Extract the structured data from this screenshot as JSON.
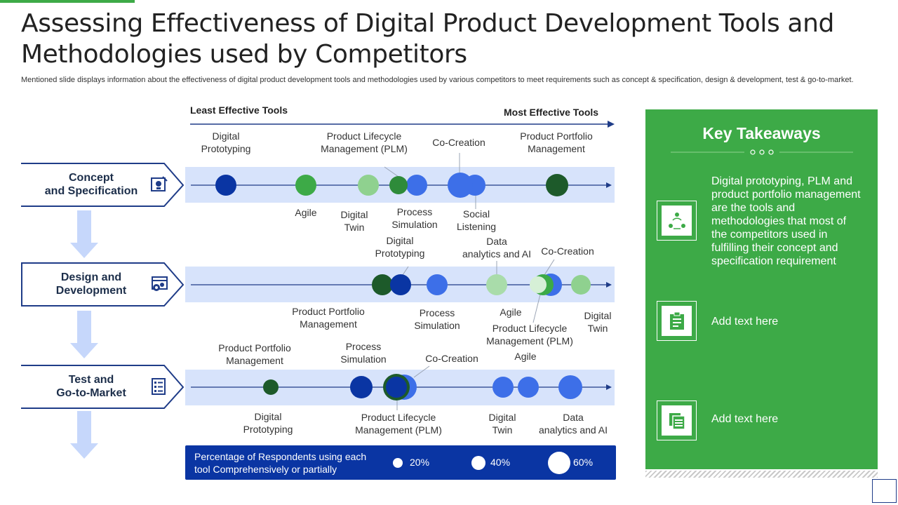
{
  "title": "Assessing Effectiveness of Digital Product Development Tools and Methodologies used by Competitors",
  "subtitle": "Mentioned slide displays information about the effectiveness of digital product  development tools and methodologies used by various competitors to meet requirements such as concept & specification, design & development, test & go-to-market.",
  "scale": {
    "least": "Least Effective Tools",
    "most": "Most Effective Tools"
  },
  "rows": [
    {
      "label": "Concept\nand Specification",
      "icon": "idea-gear-icon",
      "tools": [
        {
          "name": "Digital\nPrototyping",
          "color": "#0a35a3",
          "size": "20%",
          "label_pos": "above"
        },
        {
          "name": "Agile",
          "color": "#3daa47",
          "size": "20%",
          "label_pos": "below"
        },
        {
          "name": "Digital\nTwin",
          "color": "#8fd18f",
          "size": "20%",
          "label_pos": "below"
        },
        {
          "name": "Product Lifecycle\nManagement (PLM)",
          "color": "#2e8b3a",
          "size": "20%",
          "label_pos": "above"
        },
        {
          "name": "Process\nSimulation",
          "color": "#3d6fe8",
          "size": "20%",
          "label_pos": "below"
        },
        {
          "name": "Co-Creation",
          "color": "#3d6fe8",
          "size": "40%",
          "label_pos": "above"
        },
        {
          "name": "Social\nListening",
          "color": "#3d6fe8",
          "size": "20%",
          "label_pos": "below"
        },
        {
          "name": "Product Portfolio\nManagement",
          "color": "#1d5a2a",
          "size": "20%",
          "label_pos": "above"
        }
      ]
    },
    {
      "label": "Design and\nDevelopment",
      "icon": "browser-gear-icon",
      "tools": [
        {
          "name": "Product Portfolio\nManagement",
          "color": "#1d5a2a",
          "size": "20%",
          "label_pos": "below"
        },
        {
          "name": "Digital\nPrototyping",
          "color": "#0a35a3",
          "size": "20%",
          "label_pos": "above"
        },
        {
          "name": "Process\nSimulation",
          "color": "#3d6fe8",
          "size": "20%",
          "label_pos": "below"
        },
        {
          "name": "Data\nanalytics and AI",
          "color": "#a9dcaa",
          "size": "20%",
          "label_pos": "above"
        },
        {
          "name": "Agile",
          "color": "#3daa47",
          "size": "20%",
          "label_pos": "below"
        },
        {
          "name": "Co-Creation",
          "color": "#3d6fe8",
          "size": "20%",
          "label_pos": "above"
        },
        {
          "name": "Product Lifecycle\nManagement (PLM)",
          "color": "#d6f0d6",
          "size": "20%",
          "label_pos": "below"
        },
        {
          "name": "Digital\nTwin",
          "color": "#8fd18f",
          "size": "20%",
          "label_pos": "below"
        }
      ]
    },
    {
      "label": "Test and\nGo-to-Market",
      "icon": "checklist-icon",
      "tools": [
        {
          "name": "Product Portfolio\nManagement",
          "color": "#1d5a2a",
          "size": "20%",
          "label_pos": "above"
        },
        {
          "name": "Digital\nPrototyping",
          "color": "#1d5a2a",
          "size": "20%",
          "label_pos": "below"
        },
        {
          "name": "Process\nSimulation",
          "color": "#0a35a3",
          "size": "20%",
          "label_pos": "above"
        },
        {
          "name": "Product Lifecycle\nManagement (PLM)",
          "color": "#0a35a3",
          "size": "20%",
          "label_pos": "below"
        },
        {
          "name": "Co-Creation",
          "color": "#3d6fe8",
          "size": "20%",
          "label_pos": "above"
        },
        {
          "name": "Digital\nTwin",
          "color": "#3d6fe8",
          "size": "20%",
          "label_pos": "below"
        },
        {
          "name": "Agile",
          "color": "#3d6fe8",
          "size": "20%",
          "label_pos": "above"
        },
        {
          "name": "Data\nanalytics and AI",
          "color": "#3d6fe8",
          "size": "20%",
          "label_pos": "below"
        }
      ]
    }
  ],
  "legend": {
    "text": "Percentage of Respondents using each tool Comprehensively or partially",
    "values": [
      "20%",
      "40%",
      "60%"
    ]
  },
  "takeaways": {
    "title": "Key Takeaways",
    "items": [
      {
        "icon": "team-cycle-icon",
        "text": "Digital prototyping, PLM and product portfolio management are the tools and methodologies that most of the competitors used in fulfilling their concept and specification requirement"
      },
      {
        "icon": "clipboard-icon",
        "text": "Add text here"
      },
      {
        "icon": "documents-icon",
        "text": "Add text here"
      }
    ]
  }
}
